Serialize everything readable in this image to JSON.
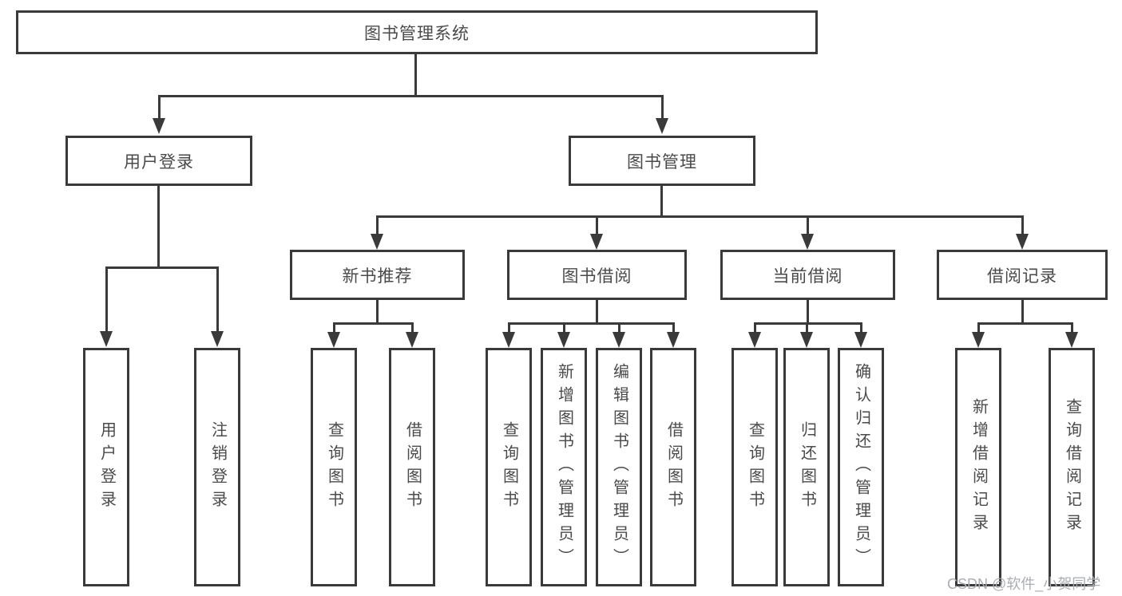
{
  "diagram": {
    "root": {
      "label": "图书管理系统"
    },
    "level2": [
      {
        "label": "用户登录"
      },
      {
        "label": "图书管理"
      }
    ],
    "level3": [
      {
        "label": "新书推荐"
      },
      {
        "label": "图书借阅"
      },
      {
        "label": "当前借阅"
      },
      {
        "label": "借阅记录"
      }
    ],
    "leaves": {
      "login": [
        "用户登录",
        "注销登录"
      ],
      "new_books": [
        "查询图书",
        "借阅图书"
      ],
      "book_borrow": [
        "查询图书",
        "新增图书（管理员）",
        "编辑图书（管理员）",
        "借阅图书"
      ],
      "current_borrow": [
        "查询图书",
        "归还图书",
        "确认归还（管理员）"
      ],
      "borrow_records": [
        "新增借阅记录",
        "查询借阅记录"
      ]
    }
  },
  "watermark": {
    "text": "CSDN @软件_小贺同学"
  },
  "colors": {
    "line": "#3a3a3a",
    "text": "#4a4a4a",
    "watermark": "#aaadb2",
    "background": "#ffffff"
  }
}
